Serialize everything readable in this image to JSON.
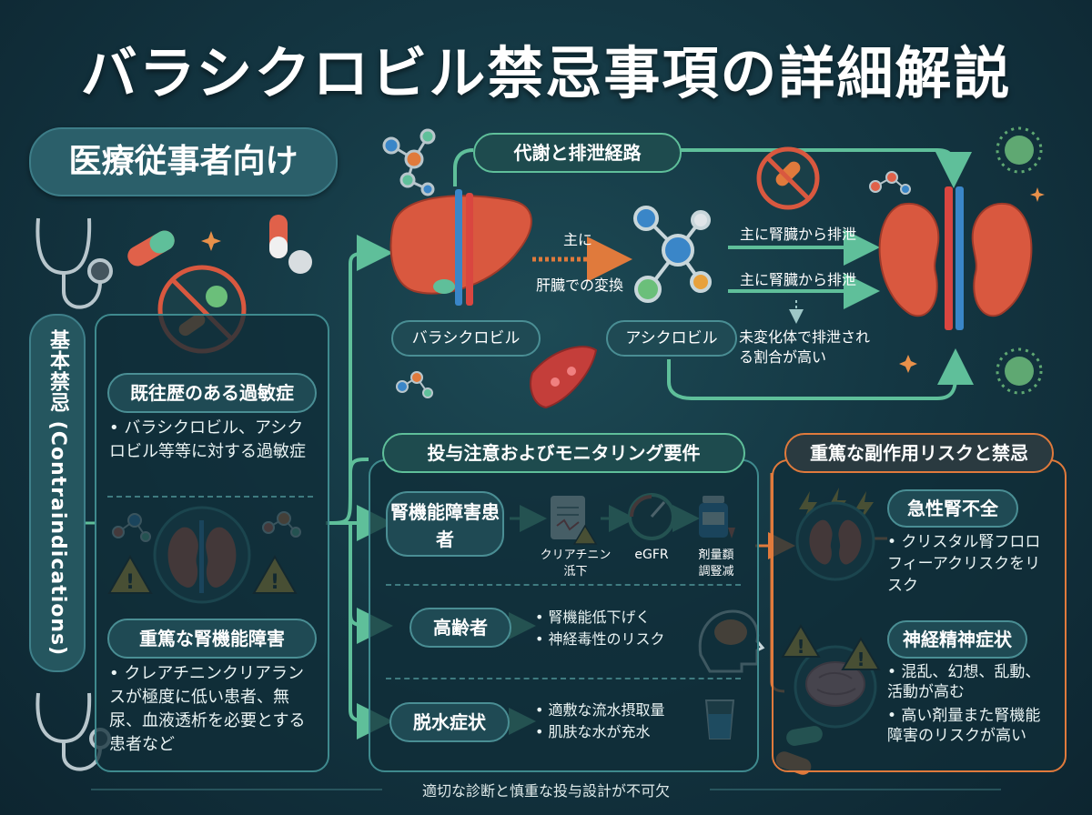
{
  "title": "バラシクロビル禁忌事項の詳細解説",
  "audience": "医療従事者向け",
  "left_panel": {
    "vertical_label": "基本禁忌 (Contraindications)",
    "hypersensitivity": {
      "heading": "既往歴のある過敏症",
      "bullet": "• バラシクロビル、アシクロビル等等に対する過敏症"
    },
    "renal": {
      "heading": "重篤な腎機能障害",
      "bullet": "• クレアチニンクリアランスが極度に低い患者、無尿、血液透析を必要とする患者など"
    }
  },
  "metabolism": {
    "heading": "代謝と排泄経路",
    "drug_label": "バラシクロビル",
    "arrow_top": "主に",
    "arrow_bottom": "肝臓での変換",
    "metabolite_label": "アシクロビル",
    "excretion_1": "主に腎臓から排泄",
    "excretion_2": "主に腎臓から排泄",
    "unchanged_note": "未変化体で排泄される割合が高い"
  },
  "monitoring": {
    "heading": "投与注意およびモニタリング要件",
    "renal_patient": {
      "label": "腎機能障害患者",
      "step1": "クリアチニン\n泜下",
      "step2": "eGFR",
      "step3": "剤量纇\n調豎减"
    },
    "elderly": {
      "label": "高齢者",
      "bullet1": "• 腎機能低下げく",
      "bullet2": "• 神経毒性のリスク"
    },
    "dehydration": {
      "label": "脱水症状",
      "bullet1": "• 適敷な流水摂取量",
      "bullet2": "• 肌肤な水が充水"
    }
  },
  "risk": {
    "heading": "重篤な副作用リスクと禁忌",
    "aki": {
      "heading": "急性腎不全",
      "bullet": "• クリスタル腎フロロフィーアクリスクをリスク"
    },
    "neuro": {
      "heading": "神経精神症状",
      "bullet1": "• 混乱、幻想、乱動、活動が高む",
      "bullet2": "• 高い剤量また腎機能障害のリスクが高い"
    }
  },
  "footer": "適切な診断と慎重な投与設計が不可欠",
  "colors": {
    "background": "#143743",
    "teal": "#5fbf9a",
    "orange": "#e07a3c",
    "organ": "#d9583f",
    "vessel_red": "#d94640",
    "vessel_blue": "#3a86c8"
  },
  "icons": [
    "stethoscope-icon",
    "pill-icon",
    "virus-icon",
    "no-virus-icon",
    "molecule-icon",
    "liver-icon",
    "kidney-icon",
    "warning-icon",
    "lightning-icon",
    "brain-icon",
    "document-icon",
    "gauge-icon",
    "bottle-icon",
    "water-glass-icon",
    "blood-vessel-icon",
    "sparkle-icon"
  ]
}
